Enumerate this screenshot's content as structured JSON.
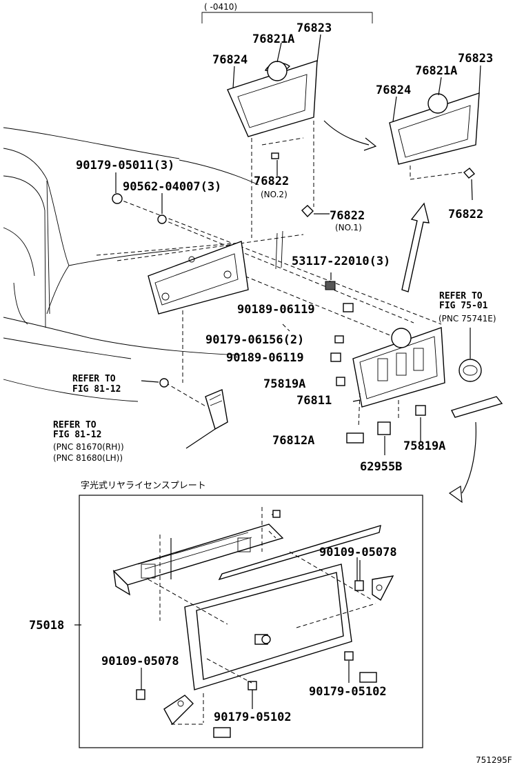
{
  "header": {
    "date_range": "(    -0410)"
  },
  "labels": {
    "l76823a": "76823",
    "l76821a_a": "76821A",
    "l76824a": "76824",
    "l76823b": "76823",
    "l76821a_b": "76821A",
    "l76824b": "76824",
    "l76822_no2": "76822",
    "no2": "(NO.2)",
    "l76822_no1": "76822",
    "no1": "(NO.1)",
    "l76822_c": "76822",
    "l90179_05011": "90179-05011(3)",
    "l90562_04007": "90562-04007(3)",
    "l53117_22010": "53117-22010(3)",
    "l90189_06119a": "90189-06119",
    "l90179_06156": "90179-06156(2)",
    "l90189_06119b": "90189-06119",
    "l75819a_a": "75819A",
    "l76811": "76811",
    "l76812a": "76812A",
    "l62955b": "62955B",
    "l75819a_b": "75819A",
    "ref_75_01_1": "REFER TO",
    "ref_75_01_2": "FIG 75-01",
    "ref_75_01_3": "(PNC 75741E)",
    "ref_81_12a_1": "REFER TO",
    "ref_81_12a_2": "FIG 81-12",
    "ref_81_12b_1": "REFER TO",
    "ref_81_12b_2": "FIG 81-12",
    "pnc_rh": "(PNC 81670(RH))",
    "pnc_lh": "(PNC 81680(LH))",
    "jp_title": "字光式リヤライセンスプレート",
    "l75018": "75018",
    "l90109_05078a": "90109-05078",
    "l90109_05078b": "90109-05078",
    "l90179_05102a": "90179-05102",
    "l90179_05102b": "90179-05102",
    "fig_code": "751295F"
  }
}
